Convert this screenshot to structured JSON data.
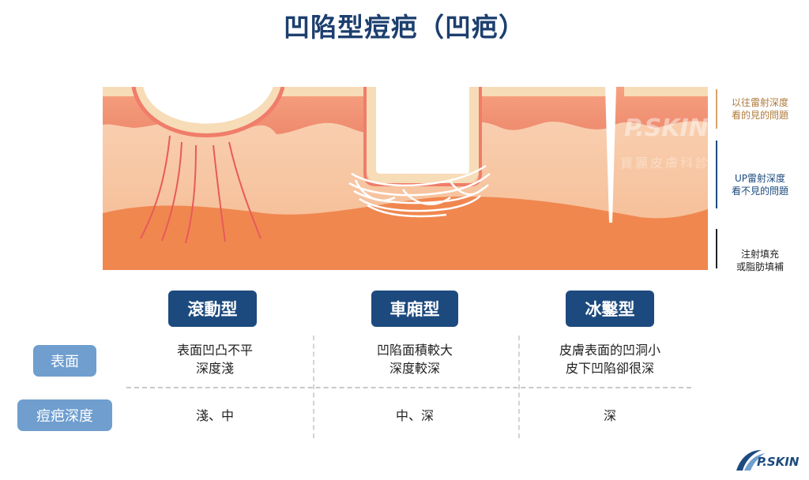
{
  "title": "凹陷型痘疤（凹疤）",
  "layer_labels": [
    {
      "lines": [
        "以往雷射深度",
        "看的見的問題"
      ],
      "color": "#b07a3a",
      "bracket_color": "#d9a46a"
    },
    {
      "lines": [
        "UP雷射深度",
        "看不見的問題"
      ],
      "color": "#1c4a7e",
      "bracket_color": "#1c4a7e"
    },
    {
      "lines": [
        "注射填充",
        "或脂肪填補"
      ],
      "color": "#222222",
      "bracket_color": "#222222"
    }
  ],
  "watermark": {
    "main": "P.SKIN",
    "sub": "寶麗皮膚科診所"
  },
  "types": [
    "滾動型",
    "車廂型",
    "冰鑿型"
  ],
  "rows": [
    {
      "label": "表面",
      "cells": [
        [
          "表面凹凸不平",
          "深度淺"
        ],
        [
          "凹陷面積較大",
          "深度較深"
        ],
        [
          "皮膚表面的凹洞小",
          "皮下凹陷卻很深"
        ]
      ]
    },
    {
      "label": "痘疤深度",
      "cells": [
        [
          "淺、中"
        ],
        [
          "中、深"
        ],
        [
          "深"
        ]
      ]
    }
  ],
  "logo": {
    "text": "P.SKIN"
  },
  "colors": {
    "navy": "#1c4a7e",
    "label_blue": "#6f9ecf",
    "skin_top": "#ef9a7a",
    "skin_mid": "#f6c6a6",
    "skin_deep": "#f08a58"
  }
}
